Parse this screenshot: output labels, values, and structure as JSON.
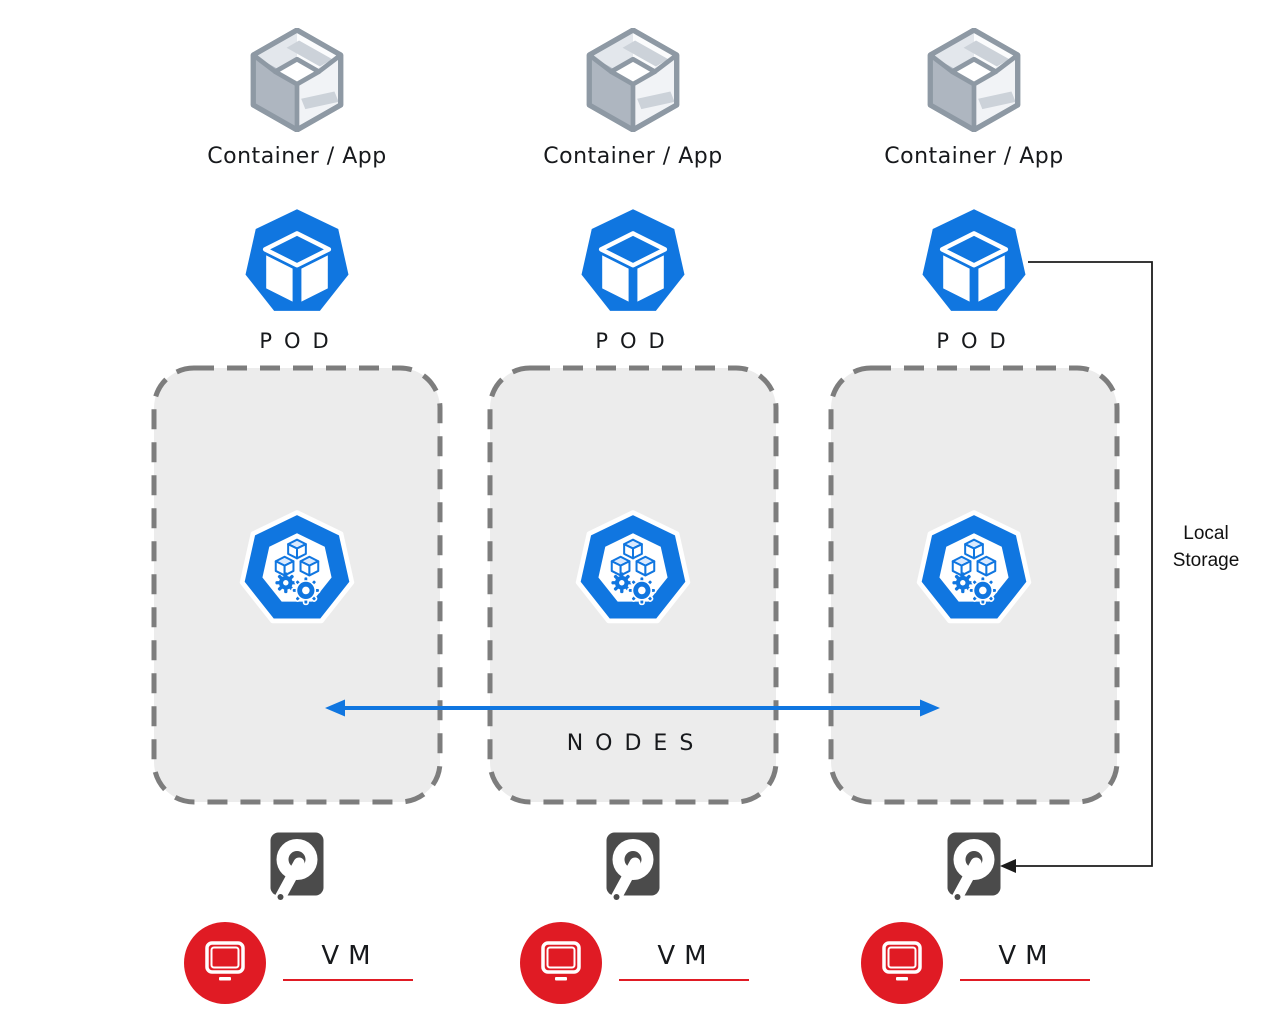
{
  "theme": {
    "colors": {
      "accent_blue": "#1076e0",
      "accent_red": "#e01b24",
      "node_box_fill": "#ececec",
      "dash_gray": "#7d7d7d",
      "disk_gray": "#4b4b4b",
      "line_black": "#1c1c1c",
      "text_black": "#17191c",
      "container_outline_gray": "#8e99a4",
      "container_dark_face": "#aeb6c0",
      "container_light_face": "#f1f3f6",
      "container_band": "#ccd2d9"
    }
  },
  "columns": [
    {
      "container_label": "Container / App",
      "pod_label": "POD",
      "vm_label": "VM"
    },
    {
      "container_label": "Container / App",
      "pod_label": "POD",
      "vm_label": "VM"
    },
    {
      "container_label": "Container / App",
      "pod_label": "POD",
      "vm_label": "VM"
    }
  ],
  "nodes_label": "NODES",
  "local_storage_label": "Local Storage",
  "icons": {
    "container": "container-cube-icon",
    "pod": "pod-heptagon-cube-icon",
    "node": "kubernetes-node-icon",
    "disk": "hard-disk-icon",
    "vm": "vm-monitor-icon",
    "nodes_arrow": "nodes-double-arrow",
    "storage_connector": "local-storage-connector-arrow"
  }
}
